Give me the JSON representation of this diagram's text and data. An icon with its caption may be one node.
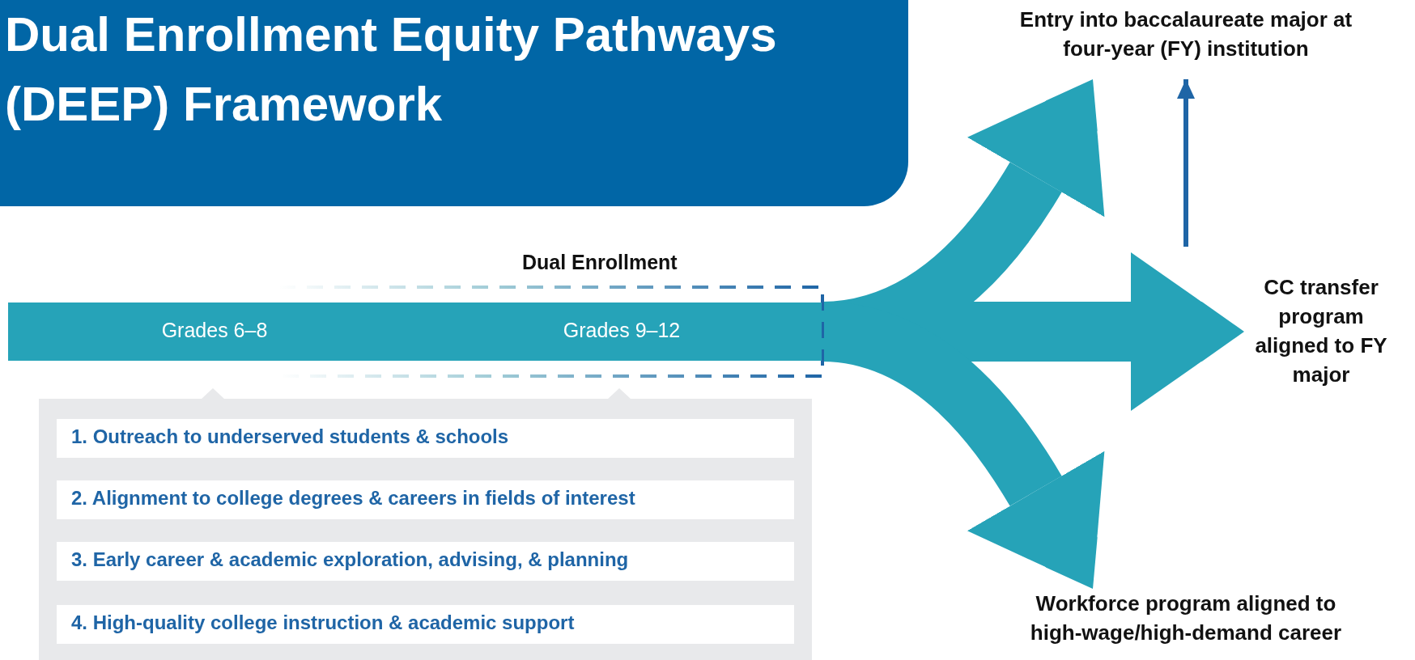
{
  "diagram": {
    "title": "Dual Enrollment Equity Pathways (DEEP) Framework",
    "nodes": [
      {
        "text": [
          "Grades 6–8",
          "Grades 9–12"
        ]
      },
      {
        "text": [
          "Dual Enrollment"
        ]
      },
      {
        "text": [],
        "shape": "box"
      },
      {
        "text": [
          "1. Outreach to underserved students & schools"
        ],
        "in": 2
      },
      {
        "text": [
          "2. Alignment to college degrees & careers in fields of interest"
        ],
        "in": 2
      },
      {
        "text": [
          "3. Early career & academic exploration, advising, & planning"
        ],
        "in": 2
      },
      {
        "text": [
          "4. High-quality college instruction & academic support"
        ],
        "in": 2
      },
      {
        "text": [
          "Entry into baccalaureate major at four-year (FY) institution"
        ]
      },
      {
        "text": [
          "CC transfer program aligned to FY major"
        ]
      },
      {
        "text": [
          "Workforce program aligned to high-wage/high-demand career"
        ]
      }
    ],
    "edges": [
      {
        "from": 0,
        "to": 7,
        "arrow": "to"
      },
      {
        "from": 0,
        "to": 8,
        "arrow": "to"
      },
      {
        "from": 0,
        "to": 9,
        "arrow": "to"
      },
      {
        "from": 8,
        "to": 7,
        "arrow": "to",
        "color": "#1f65a6"
      }
    ]
  }
}
